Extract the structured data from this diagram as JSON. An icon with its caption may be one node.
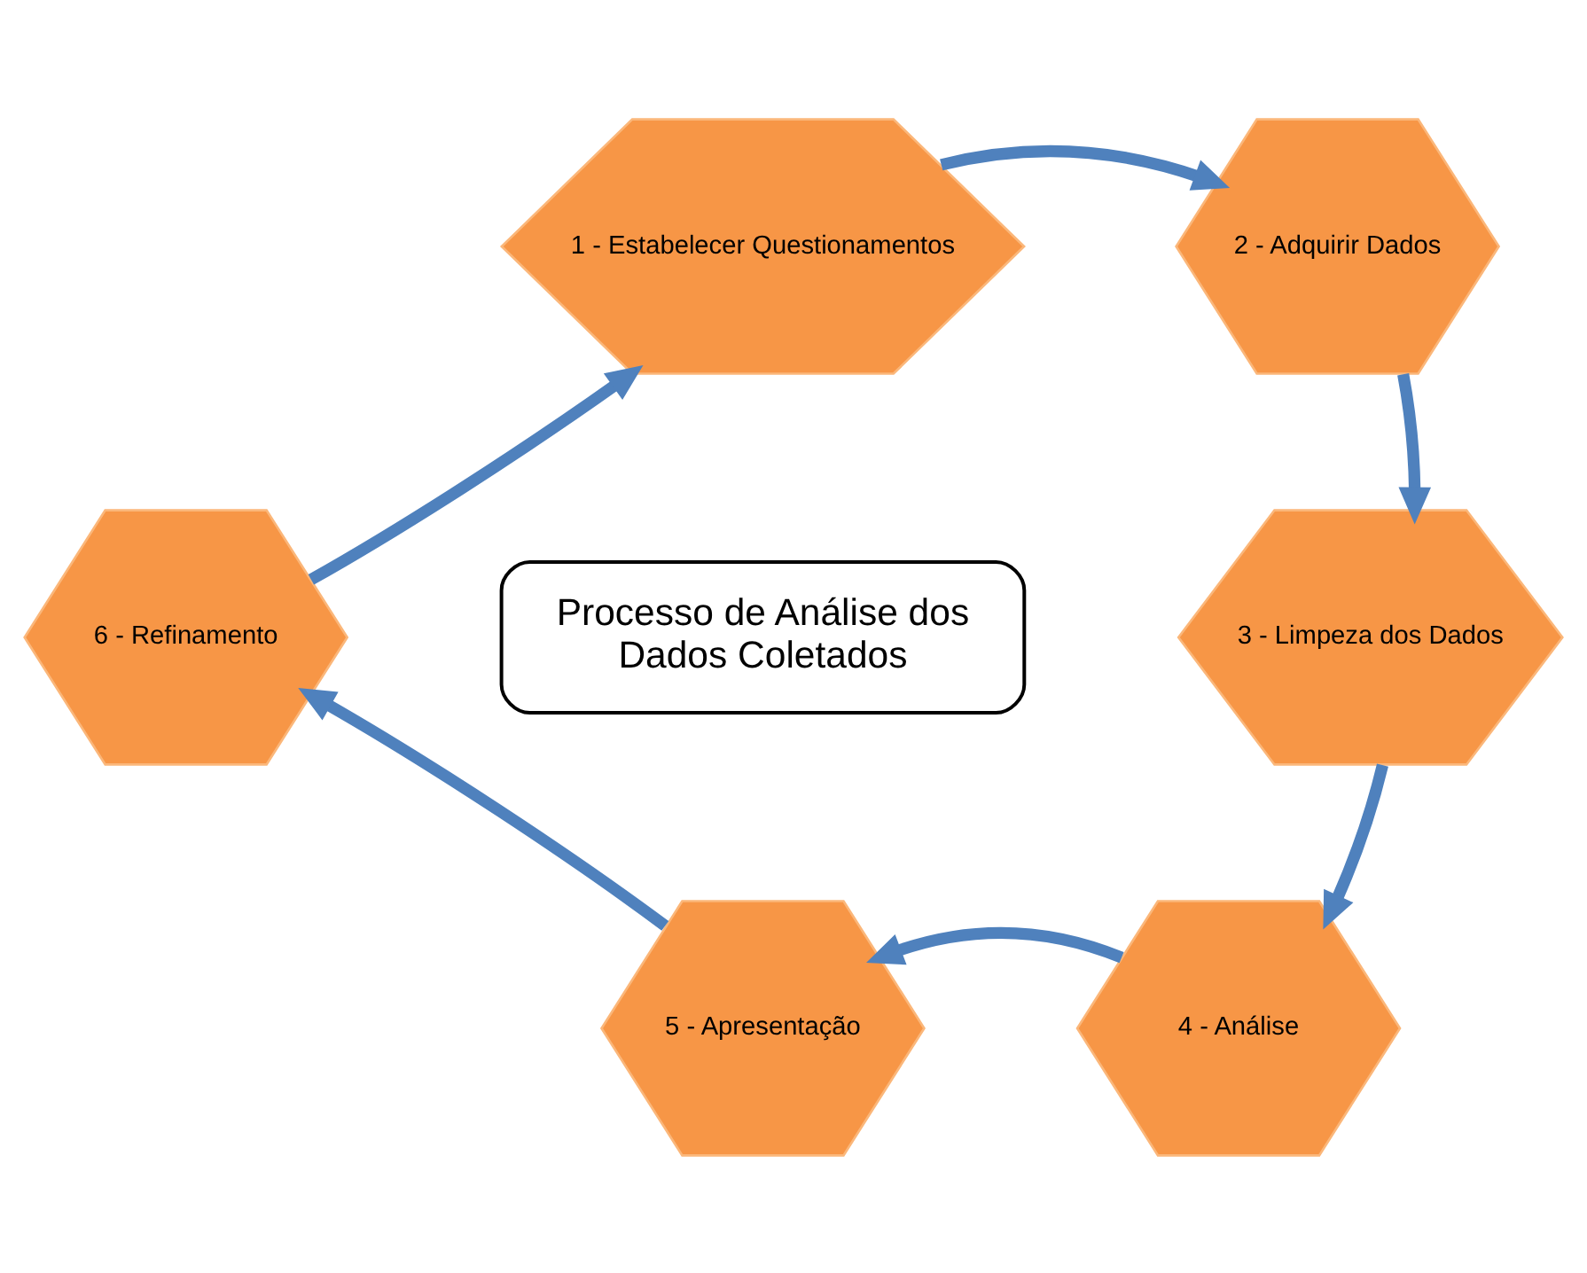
{
  "diagram": {
    "nodes": [
      {
        "text": [
          "Processo de Análise dos Dados Coletados"
        ]
      },
      {
        "text": [
          "1 - Estabelecer Questionamentos"
        ]
      },
      {
        "text": [
          "2 - Adquirir Dados"
        ]
      },
      {
        "text": [
          "3 - Limpeza dos Dados"
        ]
      },
      {
        "text": [
          "4 - Análise"
        ]
      },
      {
        "text": [
          "5 - Apresentação"
        ]
      },
      {
        "text": [
          "6 - Refinamento"
        ]
      }
    ],
    "edges": [
      {
        "from": 1,
        "to": 2,
        "arrow": "to"
      },
      {
        "from": 2,
        "to": 3,
        "arrow": "to"
      },
      {
        "from": 3,
        "to": 4,
        "arrow": "to"
      },
      {
        "from": 4,
        "to": 5,
        "arrow": "to"
      },
      {
        "from": 5,
        "to": 6,
        "arrow": "to"
      },
      {
        "from": 6,
        "to": 1,
        "arrow": "to"
      }
    ]
  }
}
